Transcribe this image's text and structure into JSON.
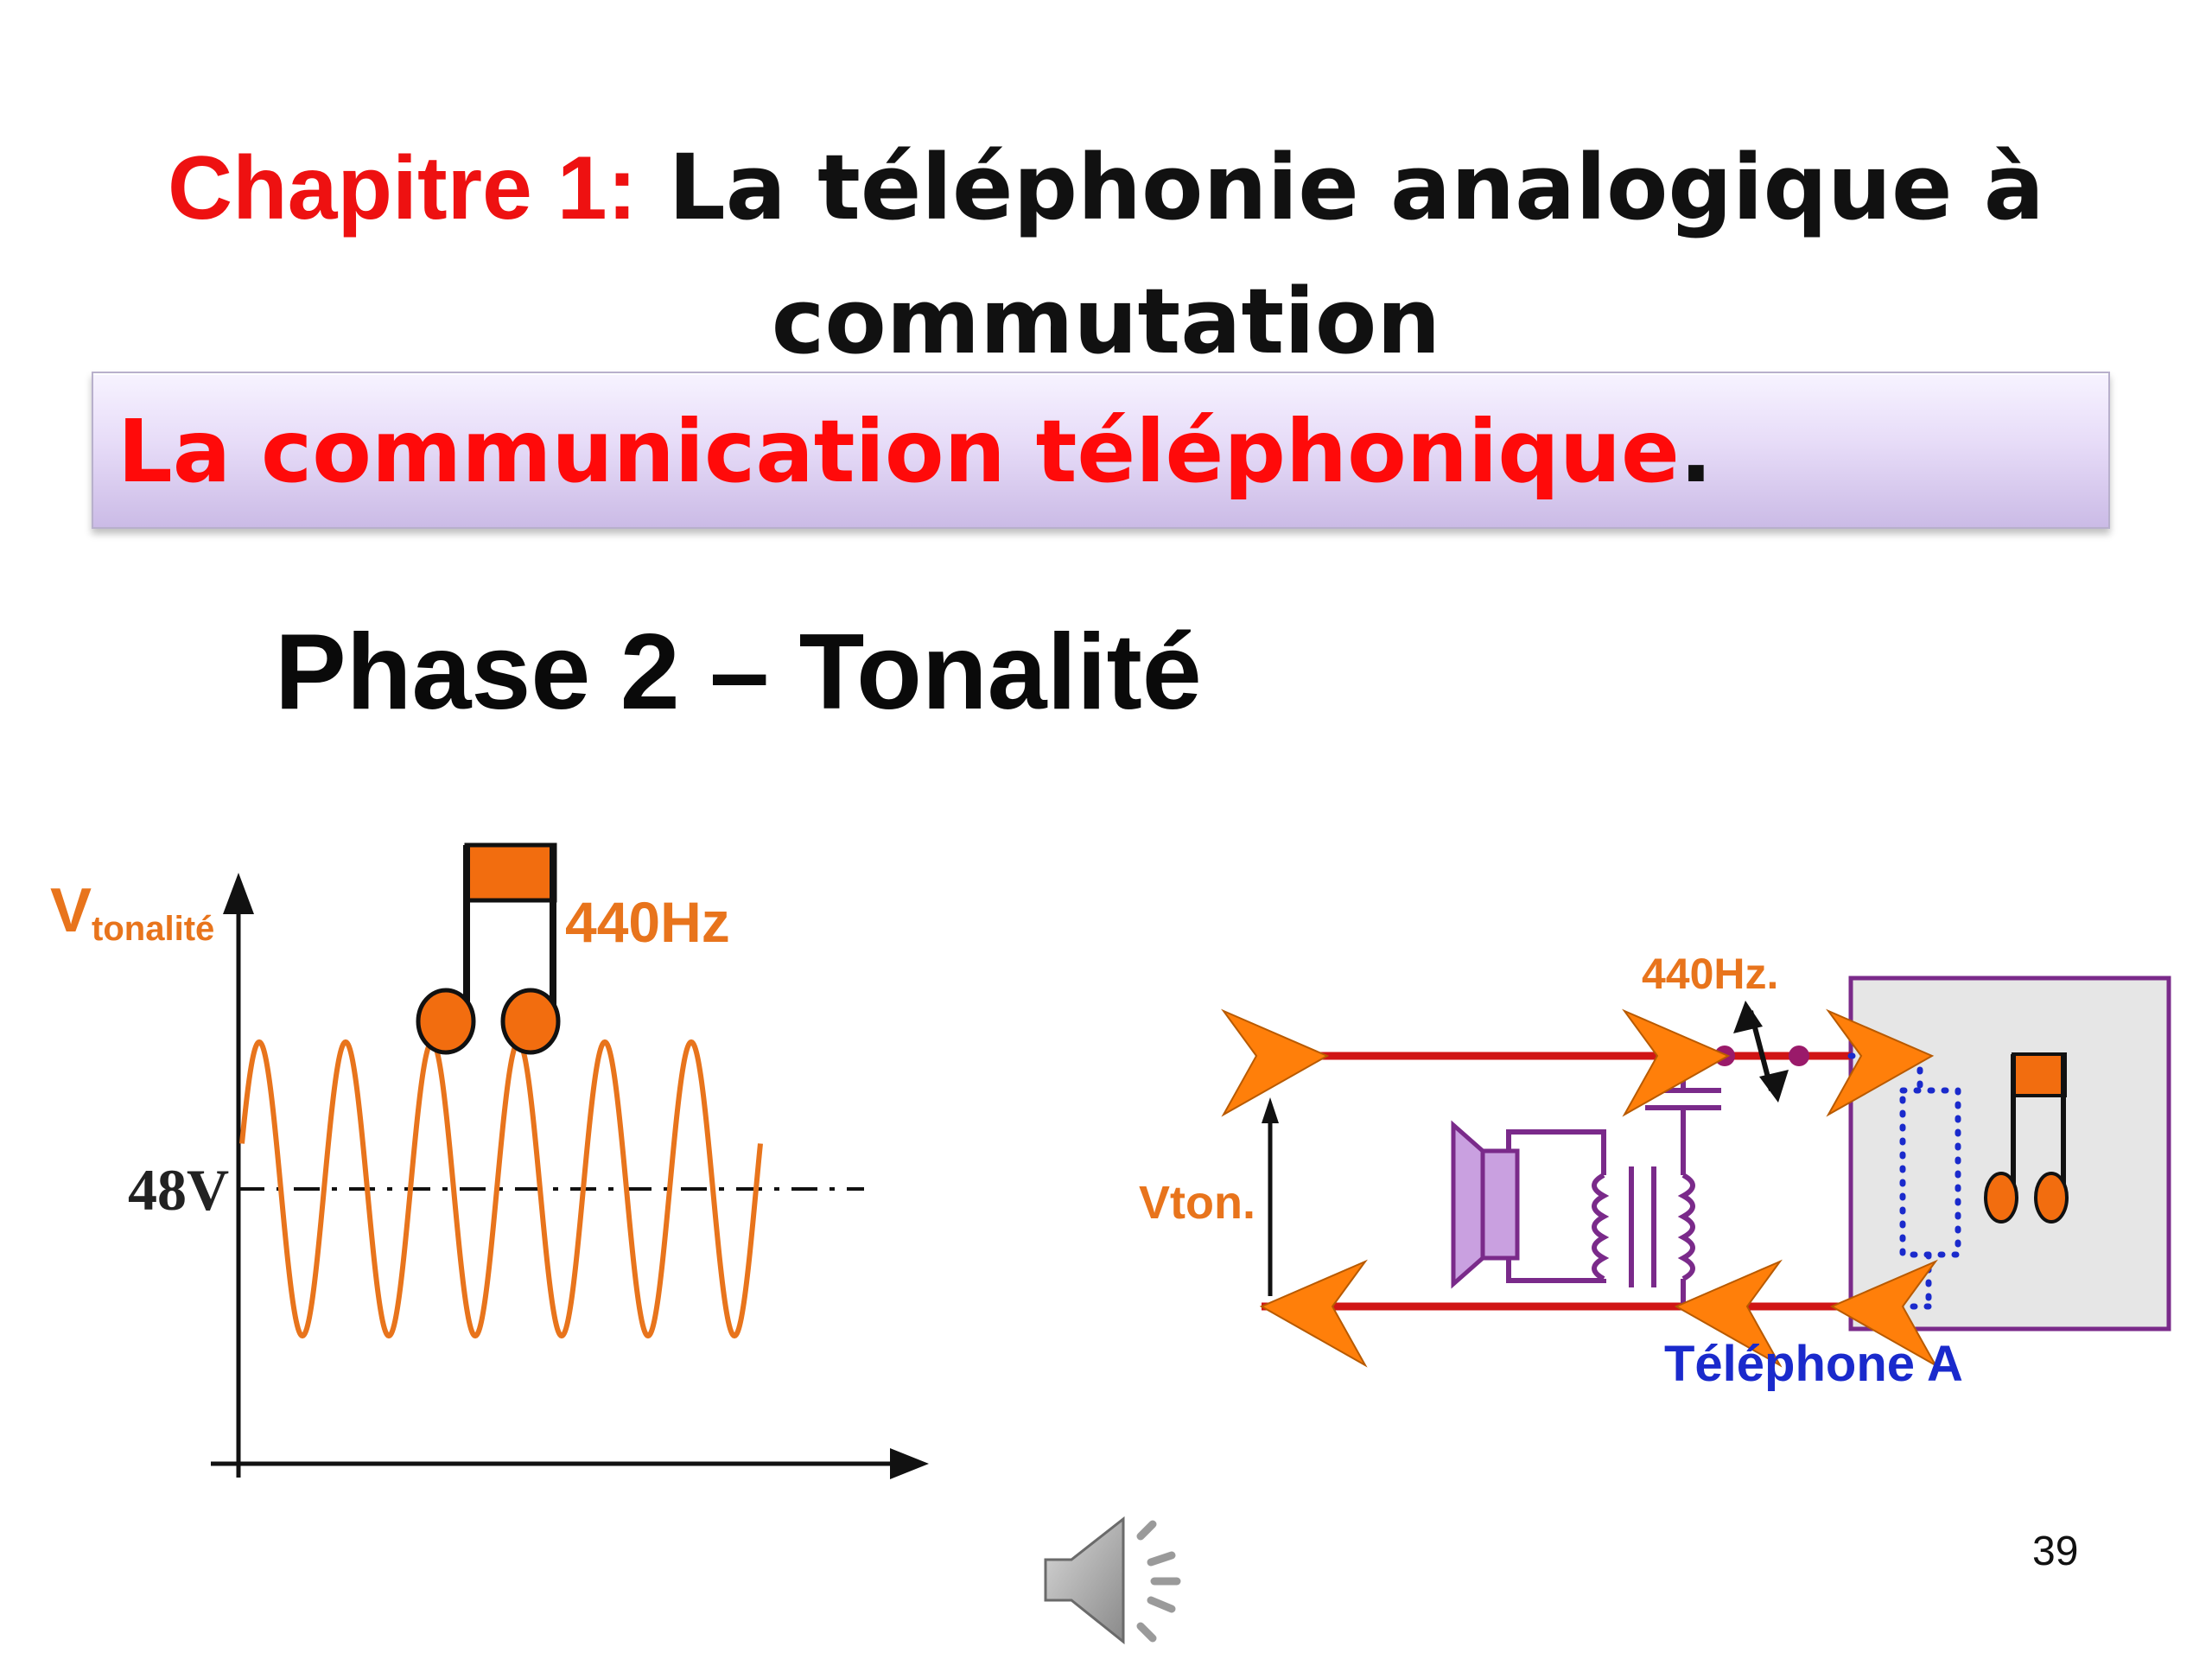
{
  "slide": {
    "title_chapter": "Chapitre 1:",
    "title_text": "La téléphonie analogique à commutation",
    "banner_text": "La communication téléphonique",
    "banner_dot": ".",
    "phase_title": "Phase 2 – Tonalité",
    "page_number": "39"
  },
  "graph": {
    "y_label_main": "V",
    "y_label_sub": "tonalité",
    "freq_label": "440Hz",
    "dc_level_label": "48V",
    "cycles": 6
  },
  "circuit": {
    "freq_label": "440Hz.",
    "voltage_label": "Vton.",
    "phone_label": "Téléphone A"
  },
  "colors": {
    "accent_red": "#ee1111",
    "wave_orange": "#e8741c",
    "wire_red": "#d01515",
    "arrow_orange": "#ff7f0a",
    "phone_purple": "#7a2a8a",
    "phone_blue": "#1a2acc"
  },
  "icons": {
    "note": "music-note-icon",
    "speaker": "speaker-icon",
    "audio": "audio-speaker-icon"
  }
}
